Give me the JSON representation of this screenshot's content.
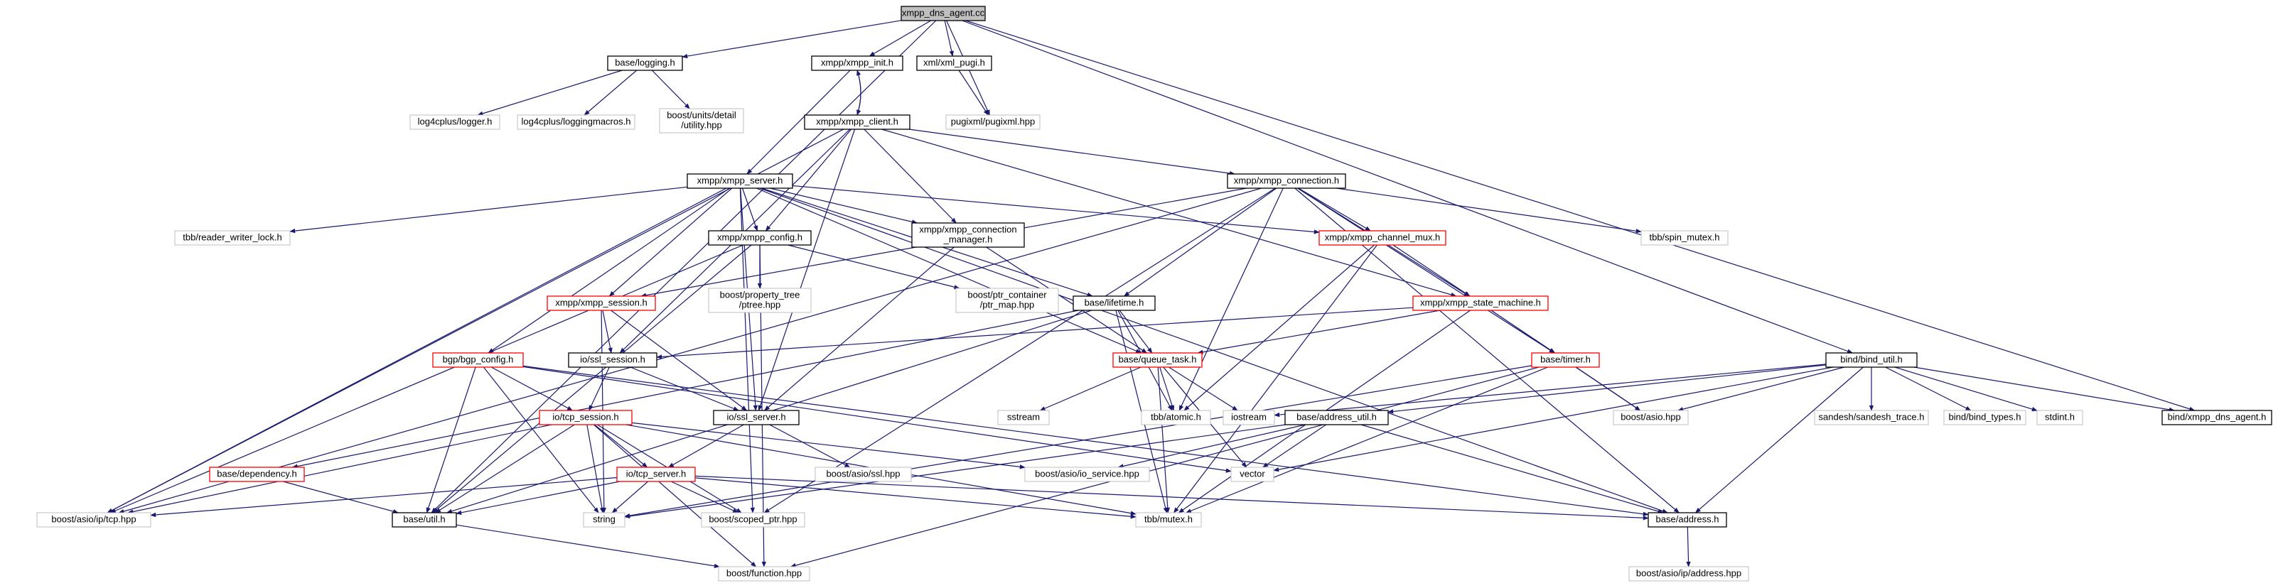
{
  "nodes": [
    {
      "id": "root",
      "lines": [
        "xmpp_dns_agent.cc"
      ],
      "style": "root",
      "link": false
    },
    {
      "id": "logging",
      "lines": [
        "base/logging.h"
      ],
      "style": "doc",
      "link": true
    },
    {
      "id": "xmpp_init",
      "lines": [
        "xmpp/xmpp_init.h"
      ],
      "style": "doc",
      "link": true
    },
    {
      "id": "xml_pugi",
      "lines": [
        "xml/xml_pugi.h"
      ],
      "style": "doc",
      "link": true
    },
    {
      "id": "pugixml",
      "lines": [
        "pugixml/pugixml.hpp"
      ],
      "style": "ext",
      "link": false
    },
    {
      "id": "log4cplus_logger",
      "lines": [
        "log4cplus/logger.h"
      ],
      "style": "ext",
      "link": false
    },
    {
      "id": "log4cplus_macros",
      "lines": [
        "log4cplus/loggingmacros.h"
      ],
      "style": "ext",
      "link": false
    },
    {
      "id": "boost_units",
      "lines": [
        "boost/units/detail",
        "/utility.hpp"
      ],
      "style": "ext",
      "link": false
    },
    {
      "id": "xmpp_client",
      "lines": [
        "xmpp/xmpp_client.h"
      ],
      "style": "doc",
      "link": true
    },
    {
      "id": "xmpp_server",
      "lines": [
        "xmpp/xmpp_server.h"
      ],
      "style": "doc",
      "link": true
    },
    {
      "id": "xmpp_connection",
      "lines": [
        "xmpp/xmpp_connection.h"
      ],
      "style": "doc",
      "link": true
    },
    {
      "id": "tbb_rw_lock",
      "lines": [
        "tbb/reader_writer_lock.h"
      ],
      "style": "ext",
      "link": false
    },
    {
      "id": "xmpp_config",
      "lines": [
        "xmpp/xmpp_config.h"
      ],
      "style": "doc",
      "link": true
    },
    {
      "id": "xmpp_conn_manager",
      "lines": [
        "xmpp/xmpp_connection",
        "_manager.h"
      ],
      "style": "doc",
      "link": true
    },
    {
      "id": "xmpp_channel_mux",
      "lines": [
        "xmpp/xmpp_channel_mux.h"
      ],
      "style": "red",
      "link": true
    },
    {
      "id": "tbb_spin_mutex",
      "lines": [
        "tbb/spin_mutex.h"
      ],
      "style": "ext",
      "link": false
    },
    {
      "id": "xmpp_session",
      "lines": [
        "xmpp/xmpp_session.h"
      ],
      "style": "red",
      "link": true
    },
    {
      "id": "boost_ptree",
      "lines": [
        "boost/property_tree",
        "/ptree.hpp"
      ],
      "style": "ext",
      "link": false
    },
    {
      "id": "boost_ptr_map",
      "lines": [
        "boost/ptr_container",
        "/ptr_map.hpp"
      ],
      "style": "ext",
      "link": false
    },
    {
      "id": "lifetime",
      "lines": [
        "base/lifetime.h"
      ],
      "style": "doc",
      "link": true
    },
    {
      "id": "xmpp_state_machine",
      "lines": [
        "xmpp/xmpp_state_machine.h"
      ],
      "style": "red",
      "link": true
    },
    {
      "id": "bgp_config",
      "lines": [
        "bgp/bgp_config.h"
      ],
      "style": "red",
      "link": true
    },
    {
      "id": "ssl_session",
      "lines": [
        "io/ssl_session.h"
      ],
      "style": "doc",
      "link": true
    },
    {
      "id": "queue_task",
      "lines": [
        "base/queue_task.h"
      ],
      "style": "red",
      "link": true
    },
    {
      "id": "base_timer",
      "lines": [
        "base/timer.h"
      ],
      "style": "red",
      "link": true
    },
    {
      "id": "bind_util",
      "lines": [
        "bind/bind_util.h"
      ],
      "style": "doc",
      "link": true
    },
    {
      "id": "sstream",
      "lines": [
        "sstream"
      ],
      "style": "ext",
      "link": false
    },
    {
      "id": "tbb_atomic",
      "lines": [
        "tbb/atomic.h"
      ],
      "style": "ext",
      "link": false
    },
    {
      "id": "iostream",
      "lines": [
        "iostream"
      ],
      "style": "ext",
      "link": false
    },
    {
      "id": "boost_asio",
      "lines": [
        "boost/asio.hpp"
      ],
      "style": "ext",
      "link": false
    },
    {
      "id": "sandesh_trace",
      "lines": [
        "sandesh/sandesh_trace.h"
      ],
      "style": "ext",
      "link": false
    },
    {
      "id": "bind_types",
      "lines": [
        "bind/bind_types.h"
      ],
      "style": "ext",
      "link": false
    },
    {
      "id": "stdint",
      "lines": [
        "stdint.h"
      ],
      "style": "ext",
      "link": false
    },
    {
      "id": "xmpp_dns_agent_h",
      "lines": [
        "bind/xmpp_dns_agent.h"
      ],
      "style": "doc",
      "link": true
    },
    {
      "id": "tcp_session",
      "lines": [
        "io/tcp_session.h"
      ],
      "style": "red",
      "link": true
    },
    {
      "id": "ssl_server",
      "lines": [
        "io/ssl_server.h"
      ],
      "style": "doc",
      "link": true
    },
    {
      "id": "address_util",
      "lines": [
        "base/address_util.h"
      ],
      "style": "doc",
      "link": true
    },
    {
      "id": "base_dependency",
      "lines": [
        "base/dependency.h"
      ],
      "style": "red",
      "link": true
    },
    {
      "id": "boost_asio_ssl",
      "lines": [
        "boost/asio/ssl.hpp"
      ],
      "style": "ext",
      "link": false
    },
    {
      "id": "boost_io_service",
      "lines": [
        "boost/asio/io_service.hpp"
      ],
      "style": "ext",
      "link": false
    },
    {
      "id": "vector",
      "lines": [
        "vector"
      ],
      "style": "ext",
      "link": false
    },
    {
      "id": "tcp_server",
      "lines": [
        "io/tcp_server.h"
      ],
      "style": "red",
      "link": true
    },
    {
      "id": "boost_tcp",
      "lines": [
        "boost/asio/ip/tcp.hpp"
      ],
      "style": "ext",
      "link": false
    },
    {
      "id": "base_util",
      "lines": [
        "base/util.h"
      ],
      "style": "doc",
      "link": true
    },
    {
      "id": "string",
      "lines": [
        "string"
      ],
      "style": "ext",
      "link": false
    },
    {
      "id": "boost_scoped_ptr",
      "lines": [
        "boost/scoped_ptr.hpp"
      ],
      "style": "ext",
      "link": false
    },
    {
      "id": "tbb_mutex",
      "lines": [
        "tbb/mutex.h"
      ],
      "style": "ext",
      "link": false
    },
    {
      "id": "base_address",
      "lines": [
        "base/address.h"
      ],
      "style": "doc",
      "link": true
    },
    {
      "id": "boost_function",
      "lines": [
        "boost/function.hpp"
      ],
      "style": "ext",
      "link": false
    },
    {
      "id": "boost_ip_address",
      "lines": [
        "boost/asio/ip/address.hpp"
      ],
      "style": "ext",
      "link": false
    }
  ],
  "edges": [
    [
      "root",
      "logging"
    ],
    [
      "root",
      "xmpp_init"
    ],
    [
      "root",
      "xml_pugi"
    ],
    [
      "root",
      "pugixml"
    ],
    [
      "root",
      "bind_util"
    ],
    [
      "root",
      "xmpp_dns_agent_h"
    ],
    [
      "root",
      "base_util"
    ],
    [
      "logging",
      "log4cplus_logger"
    ],
    [
      "logging",
      "log4cplus_macros"
    ],
    [
      "logging",
      "boost_units"
    ],
    [
      "xml_pugi",
      "pugixml"
    ],
    [
      "xmpp_init",
      "xmpp_client"
    ],
    [
      "xmpp_init",
      "xmpp_server"
    ],
    [
      "xmpp_client",
      "xmpp_init"
    ],
    [
      "xmpp_client",
      "xmpp_connection"
    ],
    [
      "xmpp_client",
      "xmpp_config"
    ],
    [
      "xmpp_client",
      "xmpp_conn_manager"
    ],
    [
      "xmpp_client",
      "boost_tcp"
    ],
    [
      "xmpp_client",
      "ssl_server"
    ],
    [
      "xmpp_client",
      "ssl_session"
    ],
    [
      "xmpp_client",
      "xmpp_state_machine"
    ],
    [
      "xmpp_server",
      "tbb_rw_lock"
    ],
    [
      "xmpp_server",
      "xmpp_config"
    ],
    [
      "xmpp_server",
      "xmpp_conn_manager"
    ],
    [
      "xmpp_server",
      "xmpp_channel_mux"
    ],
    [
      "xmpp_server",
      "xmpp_session"
    ],
    [
      "xmpp_server",
      "bgp_config"
    ],
    [
      "xmpp_server",
      "lifetime"
    ],
    [
      "xmpp_server",
      "queue_task"
    ],
    [
      "xmpp_server",
      "ssl_server"
    ],
    [
      "xmpp_server",
      "boost_tcp"
    ],
    [
      "xmpp_server",
      "boost_scoped_ptr"
    ],
    [
      "xmpp_server",
      "base_address"
    ],
    [
      "xmpp_connection",
      "xmpp_channel_mux"
    ],
    [
      "xmpp_connection",
      "tbb_spin_mutex"
    ],
    [
      "xmpp_connection",
      "xmpp_state_machine"
    ],
    [
      "xmpp_connection",
      "lifetime"
    ],
    [
      "xmpp_connection",
      "base_timer"
    ],
    [
      "xmpp_connection",
      "xmpp_session"
    ],
    [
      "xmpp_connection",
      "tbb_atomic"
    ],
    [
      "xmpp_connection",
      "boost_scoped_ptr"
    ],
    [
      "xmpp_connection",
      "base_address"
    ],
    [
      "xmpp_connection",
      "boost_tcp"
    ],
    [
      "xmpp_config",
      "boost_ptree"
    ],
    [
      "xmpp_config",
      "boost_ptr_map"
    ],
    [
      "xmpp_config",
      "boost_tcp"
    ],
    [
      "xmpp_config",
      "base_util"
    ],
    [
      "xmpp_config",
      "boost_function"
    ],
    [
      "xmpp_conn_manager",
      "queue_task"
    ],
    [
      "xmpp_conn_manager",
      "ssl_server"
    ],
    [
      "xmpp_channel_mux",
      "xmpp_state_machine"
    ],
    [
      "xmpp_channel_mux",
      "tbb_mutex"
    ],
    [
      "xmpp_channel_mux",
      "tbb_atomic"
    ],
    [
      "xmpp_session",
      "ssl_session"
    ],
    [
      "xmpp_session",
      "ssl_server"
    ],
    [
      "xmpp_session",
      "string"
    ],
    [
      "lifetime",
      "queue_task"
    ],
    [
      "lifetime",
      "tbb_atomic"
    ],
    [
      "lifetime",
      "tbb_mutex"
    ],
    [
      "lifetime",
      "base_util"
    ],
    [
      "lifetime",
      "base_dependency"
    ],
    [
      "xmpp_state_machine",
      "queue_task"
    ],
    [
      "xmpp_state_machine",
      "base_timer"
    ],
    [
      "xmpp_state_machine",
      "boost_asio"
    ],
    [
      "xmpp_state_machine",
      "ssl_session"
    ],
    [
      "xmpp_state_machine",
      "tbb_mutex"
    ],
    [
      "bgp_config",
      "tcp_session"
    ],
    [
      "bgp_config",
      "base_util"
    ],
    [
      "bgp_config",
      "string"
    ],
    [
      "bgp_config",
      "vector"
    ],
    [
      "bgp_config",
      "base_address"
    ],
    [
      "ssl_session",
      "tcp_session"
    ],
    [
      "ssl_session",
      "ssl_server"
    ],
    [
      "queue_task",
      "sstream"
    ],
    [
      "queue_task",
      "tbb_atomic"
    ],
    [
      "queue_task",
      "iostream"
    ],
    [
      "queue_task",
      "tbb_mutex"
    ],
    [
      "queue_task",
      "vector"
    ],
    [
      "base_timer",
      "boost_asio"
    ],
    [
      "base_timer",
      "tbb_mutex"
    ],
    [
      "base_timer",
      "boost_function"
    ],
    [
      "base_timer",
      "string"
    ],
    [
      "bind_util",
      "sandesh_trace"
    ],
    [
      "bind_util",
      "bind_types"
    ],
    [
      "bind_util",
      "stdint"
    ],
    [
      "bind_util",
      "xmpp_dns_agent_h"
    ],
    [
      "bind_util",
      "boost_asio"
    ],
    [
      "bind_util",
      "iostream"
    ],
    [
      "bind_util",
      "vector"
    ],
    [
      "bind_util",
      "address_util"
    ],
    [
      "bind_util",
      "base_address"
    ],
    [
      "tcp_session",
      "tcp_server"
    ],
    [
      "tcp_session",
      "boost_tcp"
    ],
    [
      "tcp_session",
      "base_util"
    ],
    [
      "tcp_session",
      "string"
    ],
    [
      "tcp_session",
      "boost_scoped_ptr"
    ],
    [
      "tcp_session",
      "tbb_mutex"
    ],
    [
      "tcp_session",
      "boost_io_service"
    ],
    [
      "tcp_session",
      "boost_function"
    ],
    [
      "ssl_server",
      "boost_asio_ssl"
    ],
    [
      "ssl_server",
      "tcp_server"
    ],
    [
      "address_util",
      "boost_io_service"
    ],
    [
      "address_util",
      "vector"
    ],
    [
      "address_util",
      "base_address"
    ],
    [
      "address_util",
      "string"
    ],
    [
      "base_dependency",
      "base_util"
    ],
    [
      "tcp_server",
      "boost_tcp"
    ],
    [
      "tcp_server",
      "base_util"
    ],
    [
      "tcp_server",
      "string"
    ],
    [
      "tcp_server",
      "boost_scoped_ptr"
    ],
    [
      "tcp_server",
      "tbb_mutex"
    ],
    [
      "tcp_server",
      "base_address"
    ],
    [
      "base_util",
      "boost_function"
    ],
    [
      "base_address",
      "boost_ip_address"
    ]
  ],
  "colors": {
    "doc_border": "#000000",
    "red_border": "#ff0000",
    "ext_border": "#bfbfbf",
    "root_fill": "#bfbfbf",
    "edge": "#191970",
    "text": "#000000"
  }
}
